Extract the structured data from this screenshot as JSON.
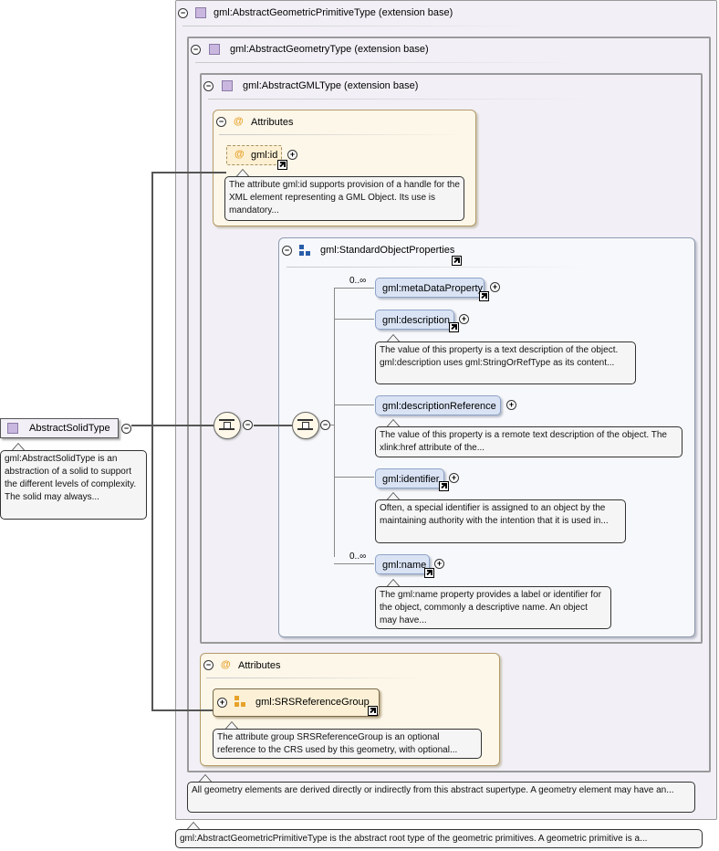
{
  "root": {
    "name": "AbstractSolidType",
    "doc": "gml:AbstractSolidType is an abstraction of a solid to support the different levels of complexity. The solid may always..."
  },
  "primitive": {
    "title": "gml:AbstractGeometricPrimitiveType (extension base)",
    "doc": "gml:AbstractGeometricPrimitiveType is the abstract root type of the geometric primitives. A geometric primitive is a..."
  },
  "geometry": {
    "title": "gml:AbstractGeometryType (extension base)",
    "doc": "All geometry elements are derived directly or indirectly from this abstract supertype. A geometry element may have an..."
  },
  "gml": {
    "title": "gml:AbstractGMLType (extension base)",
    "attributes_label": "Attributes",
    "id_attr": "gml:id",
    "id_doc": "The attribute gml:id supports provision of a handle for the XML element representing a GML Object. Its use is mandatory..."
  },
  "standard": {
    "title": "gml:StandardObjectProperties",
    "elements": [
      {
        "name": "gml:metaDataProperty",
        "occurs": "0..∞",
        "doc": ""
      },
      {
        "name": "gml:description",
        "occurs": "",
        "doc": "The value of this property is a text description of the object. gml:description uses gml:StringOrRefType as its content..."
      },
      {
        "name": "gml:descriptionReference",
        "occurs": "",
        "doc": "The value of this property is a remote text description of the object. The xlink:href attribute of the..."
      },
      {
        "name": "gml:identifier",
        "occurs": "",
        "doc": "Often, a special identifier is assigned to an object by the maintaining authority with the intention that it is used in..."
      },
      {
        "name": "gml:name",
        "occurs": "0..∞",
        "doc": "The gml:name property provides a label or identifier for the object, commonly a descriptive name. An object may have..."
      }
    ]
  },
  "geom_attrs": {
    "label": "Attributes",
    "group": "gml:SRSReferenceGroup",
    "doc": "The attribute group SRSReferenceGroup is an optional reference to the CRS used by this geometry, with optional..."
  }
}
